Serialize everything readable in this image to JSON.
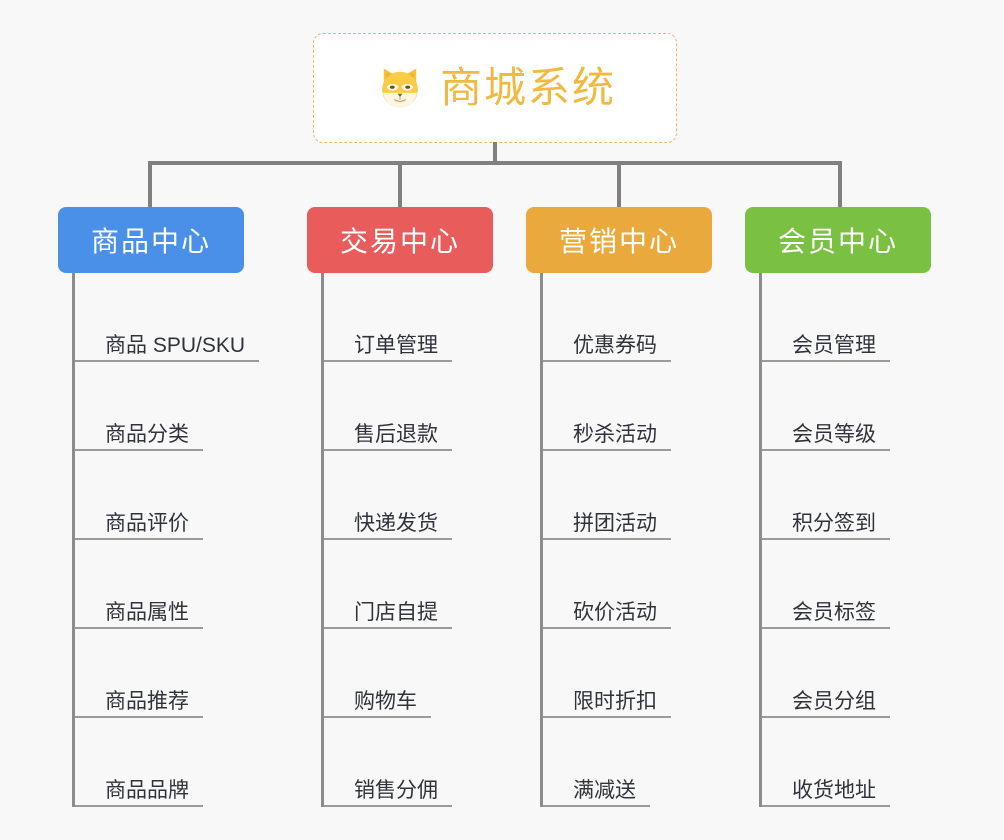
{
  "diagram": {
    "title": "商城系统",
    "root": {
      "label": "商城系统",
      "icon": "shiba-dog-emoji",
      "text_color": "#f0b93f",
      "border_color": "#e8b768",
      "background": "#ffffff"
    },
    "background_color": "#f8f8f8",
    "connector_color": "#808080",
    "columns": [
      {
        "label": "商品中心",
        "color": "#4a90e8",
        "items": [
          "商品 SPU/SKU",
          "商品分类",
          "商品评价",
          "商品属性",
          "商品推荐",
          "商品品牌"
        ]
      },
      {
        "label": "交易中心",
        "color": "#e85c5c",
        "items": [
          "订单管理",
          "售后退款",
          "快递发货",
          "门店自提",
          "购物车",
          "销售分佣"
        ]
      },
      {
        "label": "营销中心",
        "color": "#eaa93d",
        "items": [
          "优惠券码",
          "秒杀活动",
          "拼团活动",
          "砍价活动",
          "限时折扣",
          "满减送"
        ]
      },
      {
        "label": "会员中心",
        "color": "#7ac143",
        "items": [
          "会员管理",
          "会员等级",
          "积分签到",
          "会员标签",
          "会员分组",
          "收货地址"
        ]
      }
    ]
  }
}
